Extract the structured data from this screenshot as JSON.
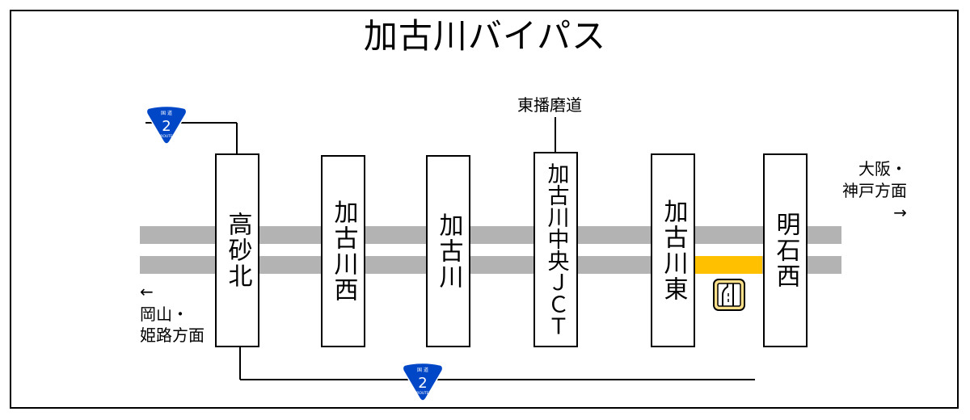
{
  "title": "加古川バイパス",
  "interchanges": [
    {
      "name": "高砂北"
    },
    {
      "name": "加古川西"
    },
    {
      "name": "加古川"
    },
    {
      "name": "加古川中央ＪＣＴ"
    },
    {
      "name": "加古川東"
    },
    {
      "name": "明石西"
    }
  ],
  "connector_label": "東播磨道",
  "west_direction": {
    "arrow": "←",
    "line1": "岡山・",
    "line2": "姫路方面"
  },
  "east_direction": {
    "line1": "大阪・",
    "line2": "神戸方面",
    "arrow": "→"
  },
  "route_shield": {
    "number": "2",
    "top_text": "国 道",
    "bottom_text": "ROUTE",
    "color": "#0047c8"
  },
  "colors": {
    "lane": "#b3b3b3",
    "highlight": "#ffc000"
  }
}
